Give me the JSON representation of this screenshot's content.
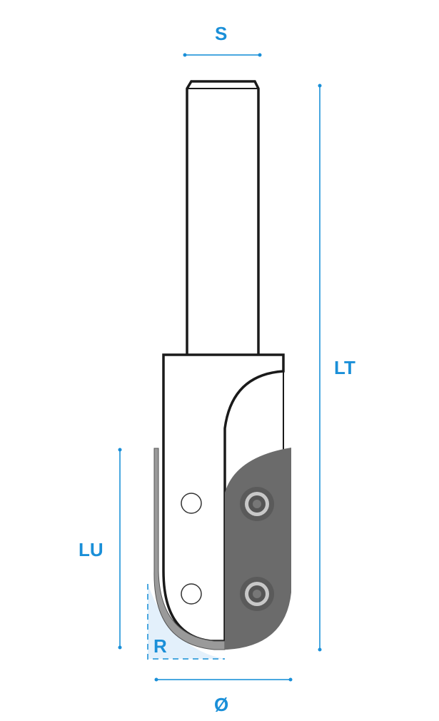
{
  "diagram": {
    "subject": "router bit (insert cutter)",
    "colors": {
      "dimension": "#1a8fd8",
      "dimension_line": "#4aa8e0",
      "outline": "#1a1a1a",
      "insert": "#6b6b6b",
      "radius_fill": "#e3f0fb"
    },
    "labels": {
      "shank_diameter": "S",
      "total_length": "LT",
      "useful_length": "LU",
      "radius": "R",
      "cutting_diameter": "Ø"
    }
  }
}
